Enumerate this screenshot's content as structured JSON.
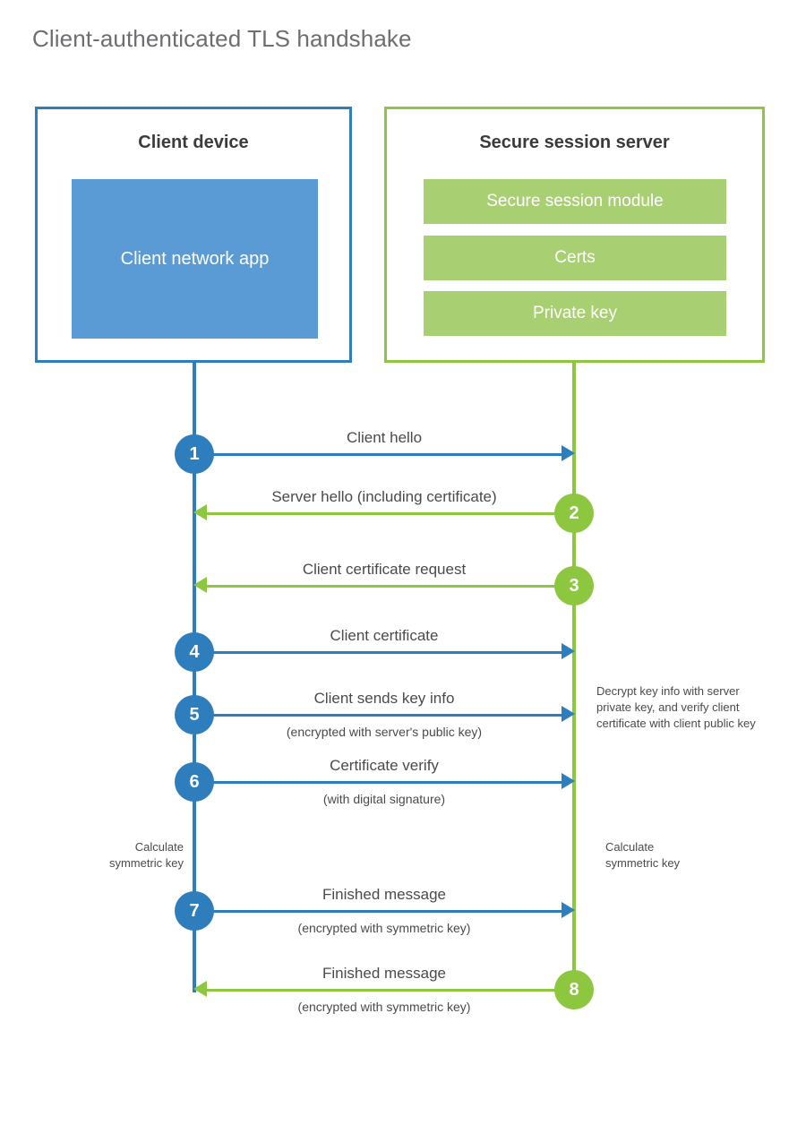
{
  "page": {
    "title": "Client-authenticated TLS handshake"
  },
  "client": {
    "title": "Client device",
    "app_label": "Client network app",
    "annotation_calculate": "Calculate\nsymmetric key"
  },
  "server": {
    "title": "Secure session server",
    "modules": [
      {
        "label": "Secure session module"
      },
      {
        "label": "Certs"
      },
      {
        "label": "Private key"
      }
    ],
    "annotation_decrypt": "Decrypt key info with server private key, and verify client certificate with client public key",
    "annotation_calculate": "Calculate\nsymmetric key"
  },
  "colors": {
    "client_blue": "#2e7ebd",
    "client_app_blue": "#5b9bd5",
    "server_green": "#8dc63f",
    "server_module_green": "#a9cf73",
    "title_gray": "#6d6e71",
    "text_gray": "#4a4a4a"
  },
  "messages": [
    {
      "step": "1",
      "label": "Client hello",
      "sublabel": "",
      "direction": "client-to-server",
      "color": "blue"
    },
    {
      "step": "2",
      "label": "Server hello (including certificate)",
      "sublabel": "",
      "direction": "server-to-client",
      "color": "green"
    },
    {
      "step": "3",
      "label": "Client certificate request",
      "sublabel": "",
      "direction": "server-to-client",
      "color": "green"
    },
    {
      "step": "4",
      "label": "Client certificate",
      "sublabel": "",
      "direction": "client-to-server",
      "color": "blue"
    },
    {
      "step": "5",
      "label": "Client sends key info",
      "sublabel": "(encrypted with server's public key)",
      "direction": "client-to-server",
      "color": "blue"
    },
    {
      "step": "6",
      "label": "Certificate verify",
      "sublabel": "(with digital signature)",
      "direction": "client-to-server",
      "color": "blue"
    },
    {
      "step": "7",
      "label": "Finished message",
      "sublabel": "(encrypted with symmetric key)",
      "direction": "client-to-server",
      "color": "blue"
    },
    {
      "step": "8",
      "label": "Finished message",
      "sublabel": "(encrypted with symmetric key)",
      "direction": "server-to-client",
      "color": "green"
    }
  ]
}
